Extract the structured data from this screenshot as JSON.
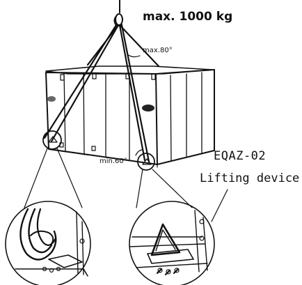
{
  "labels": {
    "max_load": "max. 1000 kg",
    "max_angle": "max.80°",
    "min_angle": "min.60°",
    "product_code": "EQAZ-02",
    "product_name": "Lifting device"
  }
}
